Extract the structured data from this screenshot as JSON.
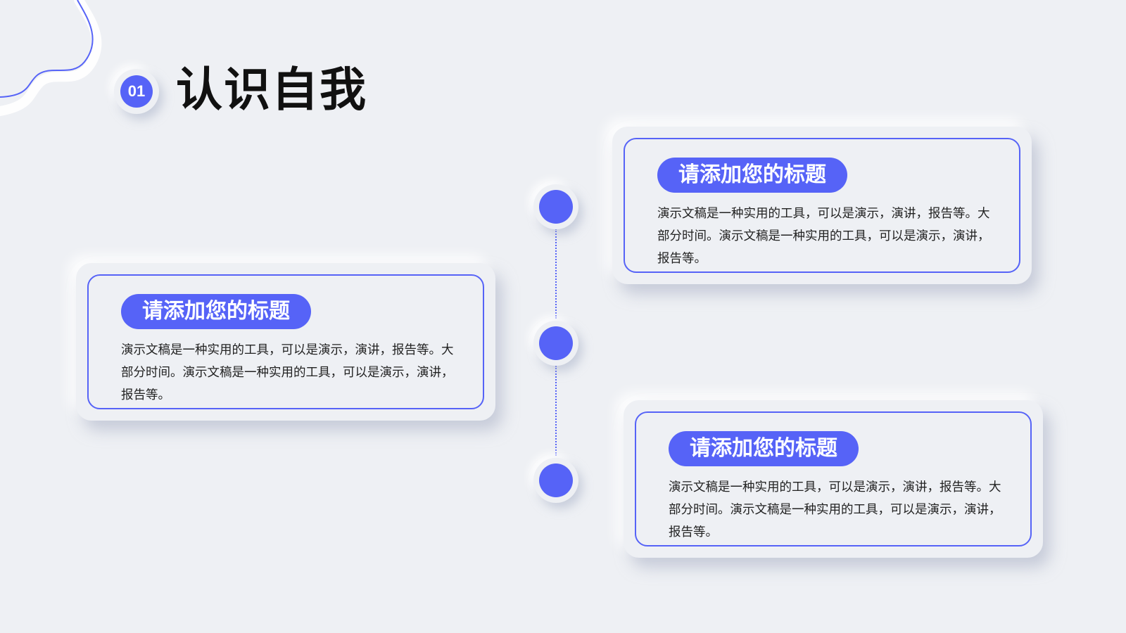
{
  "header": {
    "number": "01",
    "title": "认识自我"
  },
  "cards": [
    {
      "title": "请添加您的标题",
      "body": "演示文稿是一种实用的工具，可以是演示，演讲，报告等。大部分时间。演示文稿是一种实用的工具，可以是演示，演讲，报告等。"
    },
    {
      "title": "请添加您的标题",
      "body": "演示文稿是一种实用的工具，可以是演示，演讲，报告等。大部分时间。演示文稿是一种实用的工具，可以是演示，演讲，报告等。"
    },
    {
      "title": "请添加您的标题",
      "body": "演示文稿是一种实用的工具，可以是演示，演讲，报告等。大部分时间。演示文稿是一种实用的工具，可以是演示，演讲，报告等。"
    }
  ],
  "colors": {
    "accent": "#5663f7",
    "background": "#eef0f4",
    "title_text": "#111111",
    "body_text": "#222222"
  }
}
